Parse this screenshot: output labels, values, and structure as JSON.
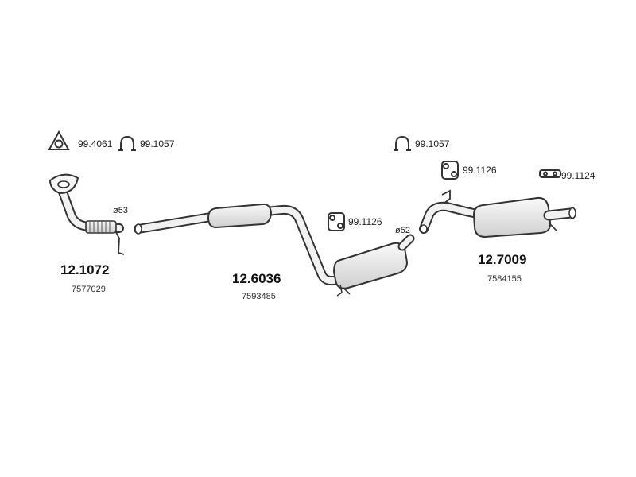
{
  "parts": [
    {
      "id": "front-pipe",
      "number": "12.1072",
      "oe": "7577029",
      "diameter": "ø53"
    },
    {
      "id": "center-section",
      "number": "12.6036",
      "oe": "7593485",
      "diameter": "ø52"
    },
    {
      "id": "rear-silencer",
      "number": "12.7009",
      "oe": "7584155"
    }
  ],
  "accessories": {
    "gasket": "99.4061",
    "clamp_front": "99.1057",
    "clamp_rear": "99.1057",
    "mount_center": "99.1126",
    "mount_rear": "99.1126",
    "bracket_tail": "99.1124"
  },
  "colors": {
    "line": "#333333",
    "fill": "#f2f2f2",
    "shade": "#d6d6d6"
  }
}
